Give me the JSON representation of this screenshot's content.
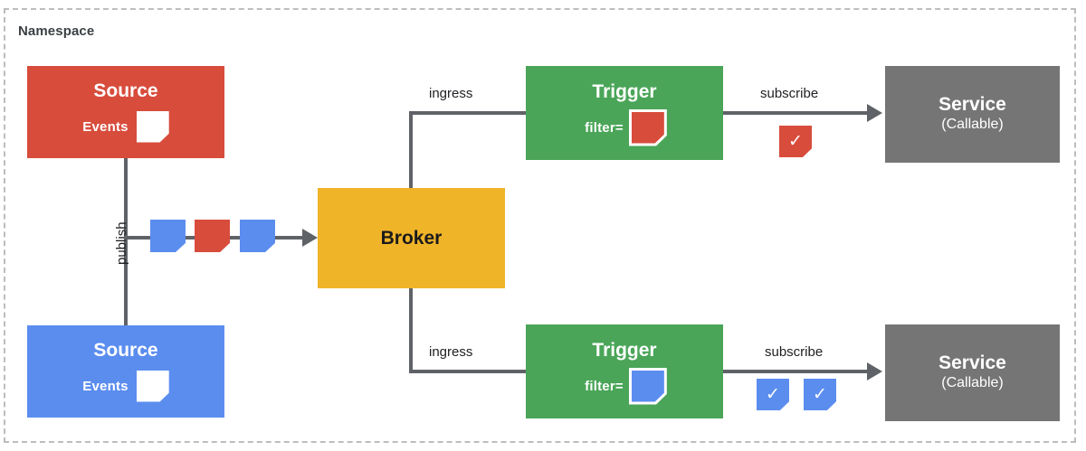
{
  "namespace": {
    "label": "Namespace",
    "border_color": "#bdbdbd"
  },
  "colors": {
    "source_red": "#d84c3c",
    "source_blue": "#5b8def",
    "trigger_green": "#4aa558",
    "broker_yellow": "#f0b429",
    "service_gray": "#757575",
    "connector_gray": "#5f6368",
    "text_dark": "#202124"
  },
  "nodes": {
    "source_red": {
      "title": "Source",
      "events_label": "Events",
      "event_icon": "event-card-icon"
    },
    "source_blue": {
      "title": "Source",
      "events_label": "Events",
      "event_icon": "event-card-icon"
    },
    "broker": {
      "title": "Broker"
    },
    "trigger_top": {
      "title": "Trigger",
      "filter_label": "filter=",
      "filter_icon": "event-card-red-icon"
    },
    "trigger_bottom": {
      "title": "Trigger",
      "filter_label": "filter=",
      "filter_icon": "event-card-blue-icon"
    },
    "service_top": {
      "title": "Service",
      "subtitle": "(Callable)"
    },
    "service_bottom": {
      "title": "Service",
      "subtitle": "(Callable)"
    }
  },
  "edges": {
    "publish": "publish",
    "ingress_top": "ingress",
    "ingress_bottom": "ingress",
    "subscribe_top": "subscribe",
    "subscribe_bottom": "subscribe"
  },
  "stream": {
    "cards": [
      "blue",
      "red",
      "blue"
    ]
  },
  "delivered": {
    "top": [
      "red"
    ],
    "bottom": [
      "blue",
      "blue"
    ],
    "check_glyph": "✓"
  }
}
